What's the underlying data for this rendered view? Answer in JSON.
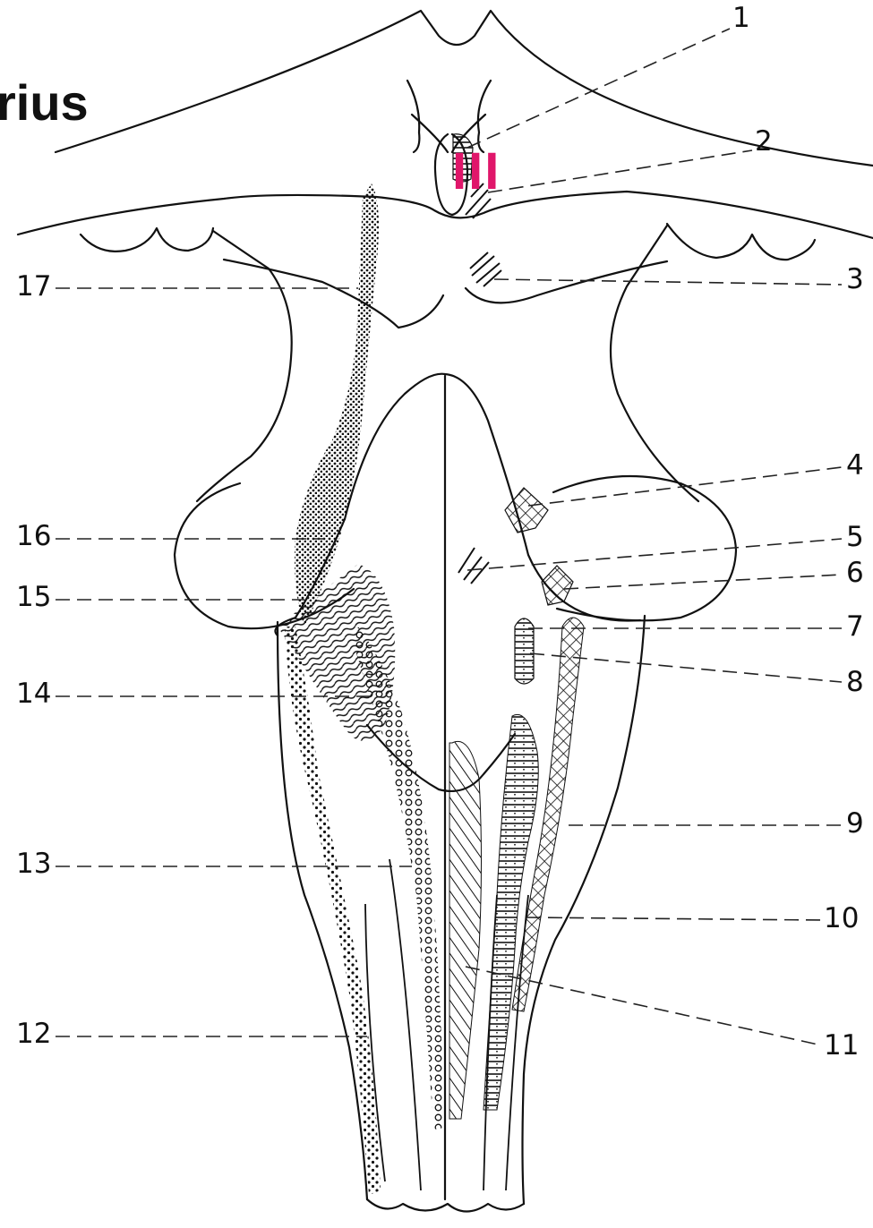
{
  "title": "rius",
  "roman_label": "III",
  "colors": {
    "roman_label": "#e0166a",
    "ink": "#111111",
    "background": "#ffffff"
  },
  "labels": {
    "l1": "1",
    "l2": "2",
    "l3": "3",
    "l4": "4",
    "l5": "5",
    "l6": "6",
    "l7": "7",
    "l8": "8",
    "l9": "9",
    "l10": "10",
    "l11": "11",
    "l12": "12",
    "l13": "13",
    "l14": "14",
    "l15": "15",
    "l16": "16",
    "l17": "17"
  }
}
